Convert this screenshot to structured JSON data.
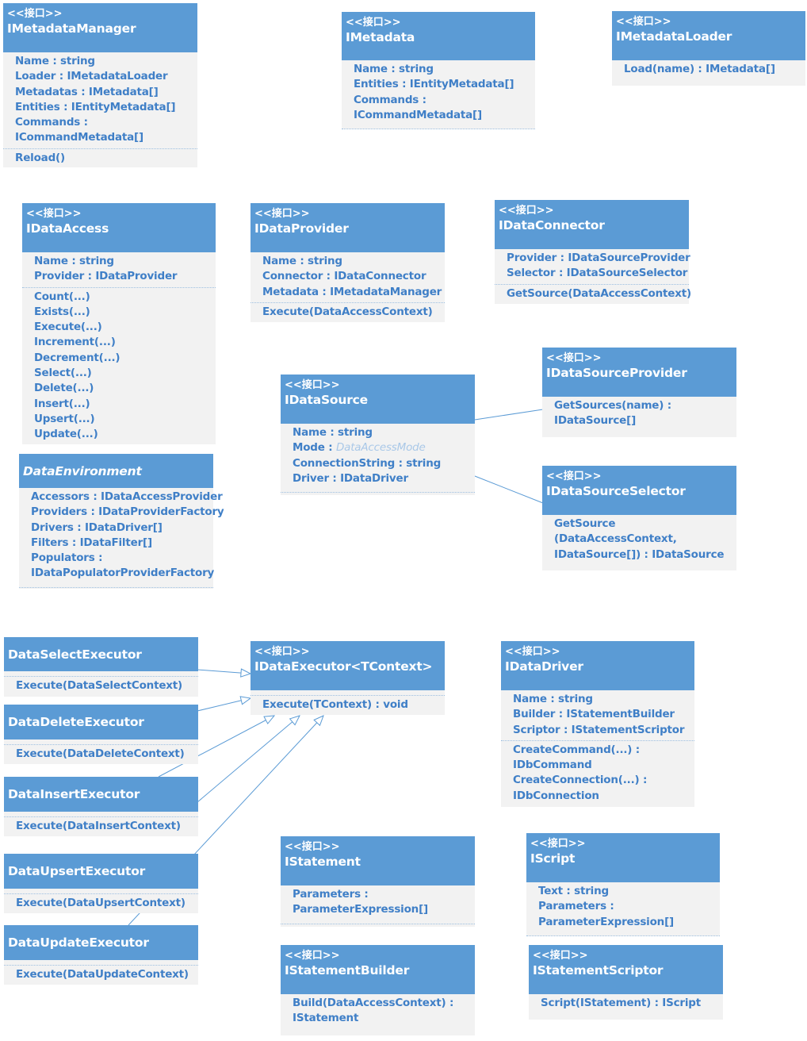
{
  "stereotype": "<<接口>>",
  "boxes": [
    {
      "id": "b-imetadatamanager",
      "stereo": true,
      "name": "IMetadataManager",
      "sections": [
        [
          "Name : string",
          "Loader : IMetadataLoader",
          "Metadatas : IMetadata[]",
          "Entities : IEntityMetadata[]",
          "Commands :",
          "ICommandMetadata[]"
        ],
        [
          "Reload()"
        ]
      ]
    },
    {
      "id": "b-imetadata",
      "stereo": true,
      "name": "IMetadata",
      "sections": [
        [
          "Name : string",
          "Entities : IEntityMetadata[]",
          "Commands :",
          "ICommandMetadata[]"
        ],
        []
      ]
    },
    {
      "id": "b-imetadataloader",
      "stereo": true,
      "name": "IMetadataLoader",
      "sections": [
        [
          "Load(name) : IMetadata[]"
        ]
      ]
    },
    {
      "id": "b-idataaccess",
      "stereo": true,
      "name": "IDataAccess",
      "sections": [
        [
          "Name : string",
          "Provider : IDataProvider"
        ],
        [
          "Count(...)",
          "Exists(...)",
          "Execute(...)",
          "Increment(...)",
          "Decrement(...)",
          "Select(...)",
          "Delete(...)",
          "Insert(...)",
          "Upsert(...)",
          "Update(...)"
        ]
      ]
    },
    {
      "id": "b-idataprovider",
      "stereo": true,
      "name": "IDataProvider",
      "sections": [
        [
          "Name : string",
          "Connector : IDataConnector",
          "Metadata : IMetadataManager"
        ],
        [
          "Execute(DataAccessContext)"
        ]
      ]
    },
    {
      "id": "b-idataconnector",
      "stereo": true,
      "name": "IDataConnector",
      "sections": [
        [
          "Provider : IDataSourceProvider",
          "Selector : IDataSourceSelector"
        ],
        [
          "GetSource(DataAccessContext)"
        ]
      ]
    },
    {
      "id": "b-idatasourceprovider",
      "stereo": true,
      "name": "IDataSourceProvider",
      "sections": [
        [
          "GetSources(name) :",
          "IDataSource[]"
        ]
      ]
    },
    {
      "id": "b-idatasource",
      "stereo": true,
      "name": "IDataSource",
      "sections": [
        [
          "Name : string",
          "Mode : |DataAccessMode",
          "ConnectionString : string",
          "Driver : IDataDriver"
        ],
        []
      ]
    },
    {
      "id": "b-idatasourceselector",
      "stereo": true,
      "name": "IDataSourceSelector",
      "sections": [
        [
          "GetSource",
          "(DataAccessContext,",
          "IDataSource[]) : IDataSource"
        ]
      ]
    },
    {
      "id": "b-dataenvironment",
      "stereo": false,
      "italic": true,
      "name": "DataEnvironment",
      "sections": [
        [
          "Accessors : IDataAccessProvider",
          "Providers : IDataProviderFactory",
          "Drivers : IDataDriver[]",
          "Filters : IDataFilter[]",
          "Populators :",
          "IDataPopulatorProviderFactory"
        ],
        []
      ]
    },
    {
      "id": "b-dataselectexecutor",
      "stereo": false,
      "name": "DataSelectExecutor",
      "sections": [
        [],
        [
          "Execute(DataSelectContext)"
        ]
      ]
    },
    {
      "id": "b-idataexecutor",
      "stereo": true,
      "name": "IDataExecutor<TContext>",
      "sections": [
        [],
        [
          "Execute(TContext) : void"
        ]
      ]
    },
    {
      "id": "b-idatadriver",
      "stereo": true,
      "name": "IDataDriver",
      "sections": [
        [
          "Name : string",
          "Builder : IStatementBuilder",
          "Scriptor : IStatementScriptor"
        ],
        [
          "CreateCommand(...) :",
          "IDbCommand",
          "CreateConnection(...) :",
          "IDbConnection"
        ]
      ]
    },
    {
      "id": "b-datadeleteexecutor",
      "stereo": false,
      "name": "DataDeleteExecutor",
      "sections": [
        [],
        [
          "Execute(DataDeleteContext)"
        ]
      ]
    },
    {
      "id": "b-datainsertexecutor",
      "stereo": false,
      "name": "DataInsertExecutor",
      "sections": [
        [],
        [
          "Execute(DataInsertContext)"
        ]
      ]
    },
    {
      "id": "b-dataupsertexecutor",
      "stereo": false,
      "name": "DataUpsertExecutor",
      "sections": [
        [],
        [
          "Execute(DataUpsertContext)"
        ]
      ]
    },
    {
      "id": "b-istatement",
      "stereo": true,
      "name": "IStatement",
      "sections": [
        [
          "Parameters :",
          "ParameterExpression[]"
        ],
        []
      ]
    },
    {
      "id": "b-iscript",
      "stereo": true,
      "name": "IScript",
      "sections": [
        [
          "Text : string",
          "Parameters :",
          "ParameterExpression[]"
        ],
        []
      ]
    },
    {
      "id": "b-dataupdateexecutor",
      "stereo": false,
      "name": "DataUpdateExecutor",
      "sections": [
        [],
        [
          "Execute(DataUpdateContext)"
        ]
      ]
    },
    {
      "id": "b-istatementbuilder",
      "stereo": true,
      "name": "IStatementBuilder",
      "sections": [
        [
          "Build(DataAccessContext) :",
          "IStatement"
        ]
      ]
    },
    {
      "id": "b-istatementscriptor",
      "stereo": true,
      "name": "IStatementScriptor",
      "sections": [
        [
          "Script(IStatement) : IScript"
        ]
      ]
    }
  ],
  "colors": {
    "header": "#5b9bd5",
    "header_text": "#ffffff",
    "body": "#f2f2f2",
    "member_text": "#3f7fc7",
    "muted_type": "#a9c8e8",
    "connector": "#5b9bd5"
  }
}
